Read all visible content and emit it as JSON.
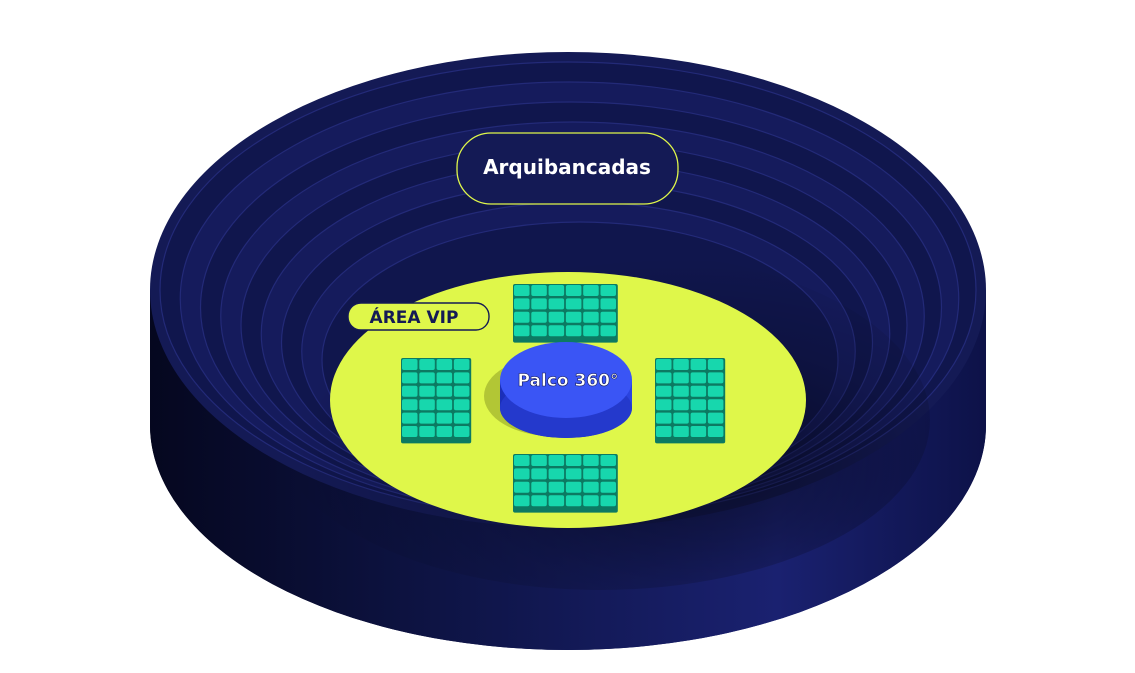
{
  "labels": {
    "stands": "Arquibancadas",
    "vip": "ÁREA VIP",
    "stage": "Palco 360°"
  },
  "seating_blocks": [
    {
      "position": "top",
      "cols": 6,
      "rows": 4
    },
    {
      "position": "left",
      "cols": 4,
      "rows": 6
    },
    {
      "position": "right",
      "cols": 4,
      "rows": 6
    },
    {
      "position": "bottom",
      "cols": 6,
      "rows": 4
    }
  ],
  "colors": {
    "stadium": "#141a55",
    "stadium_dark": "#07092c",
    "floor": "#dff74a",
    "seat": "#17d7ad",
    "seat_edge": "#0c7a62",
    "stage": "#3a55f5",
    "label_bg": "#141a55",
    "label_outline": "#dff74a",
    "label_text": "#ffffff",
    "vip_text": "#141a55"
  }
}
